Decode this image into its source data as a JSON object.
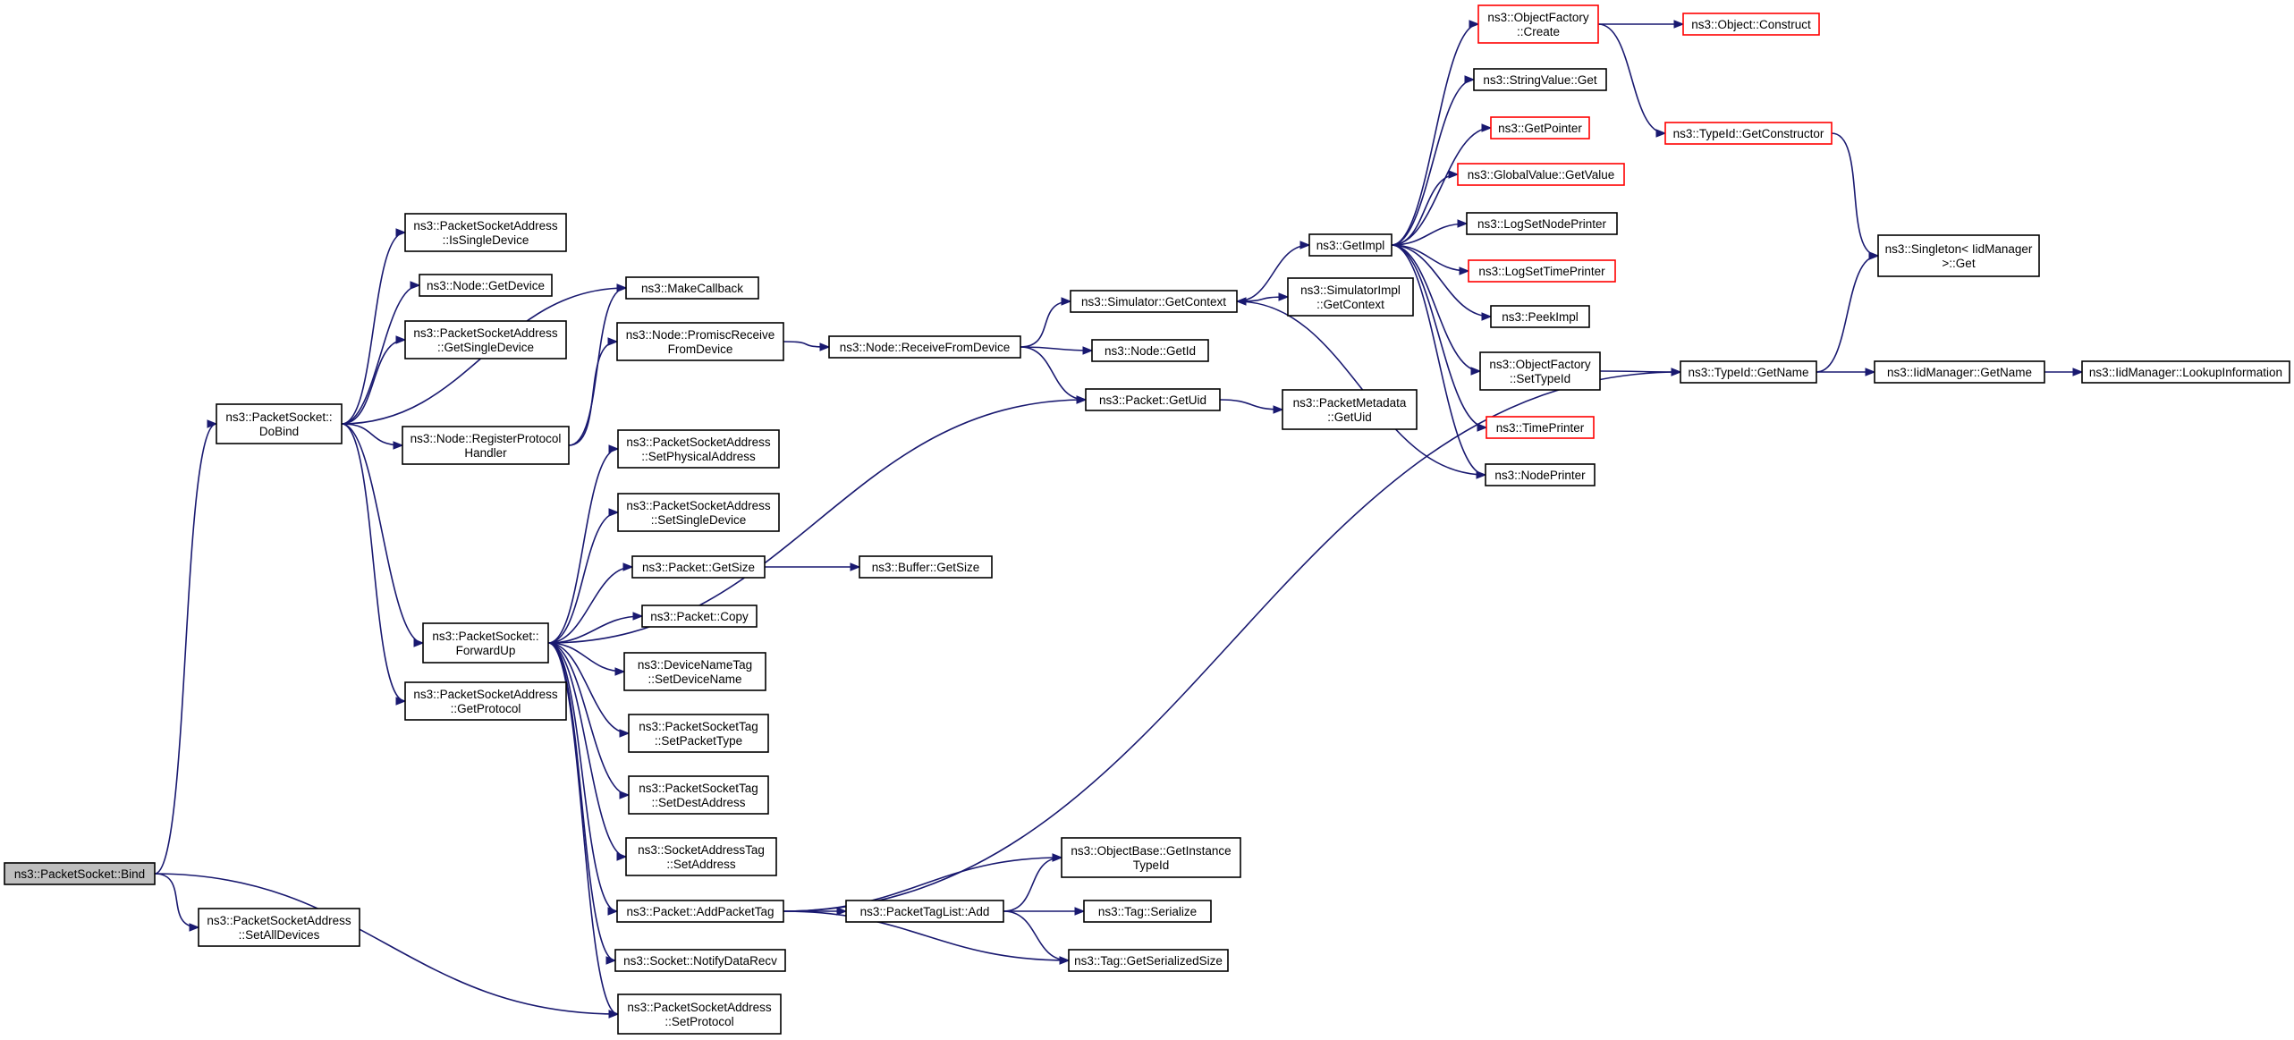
{
  "diagram": {
    "colors": {
      "edge": "#191970",
      "box_border": "#000000",
      "box_border_incomplete": "#ff0000",
      "root_fill": "#bfbfbf"
    },
    "nodes": [
      {
        "id": "bind",
        "lines": [
          "ns3::PacketSocket::Bind"
        ],
        "style": "root"
      },
      {
        "id": "setAllDevices",
        "lines": [
          "ns3::PacketSocketAddress",
          "::SetAllDevices"
        ],
        "style": "normal"
      },
      {
        "id": "doBind",
        "lines": [
          "ns3::PacketSocket::",
          "DoBind"
        ],
        "style": "normal"
      },
      {
        "id": "isSingleDevice",
        "lines": [
          "ns3::PacketSocketAddress",
          "::IsSingleDevice"
        ],
        "style": "normal"
      },
      {
        "id": "nodeGetDevice",
        "lines": [
          "ns3::Node::GetDevice"
        ],
        "style": "normal"
      },
      {
        "id": "getSingleDevice",
        "lines": [
          "ns3::PacketSocketAddress",
          "::GetSingleDevice"
        ],
        "style": "normal"
      },
      {
        "id": "registerProtocol",
        "lines": [
          "ns3::Node::RegisterProtocol",
          "Handler"
        ],
        "style": "normal"
      },
      {
        "id": "getProtocol",
        "lines": [
          "ns3::PacketSocketAddress",
          "::GetProtocol"
        ],
        "style": "normal"
      },
      {
        "id": "forwardUp",
        "lines": [
          "ns3::PacketSocket::",
          "ForwardUp"
        ],
        "style": "normal"
      },
      {
        "id": "makeCallback",
        "lines": [
          "ns3::MakeCallback"
        ],
        "style": "normal"
      },
      {
        "id": "promiscReceive",
        "lines": [
          "ns3::Node::PromiscReceive",
          "FromDevice"
        ],
        "style": "normal"
      },
      {
        "id": "setPhysicalAddress",
        "lines": [
          "ns3::PacketSocketAddress",
          "::SetPhysicalAddress"
        ],
        "style": "normal"
      },
      {
        "id": "setSingleDevice",
        "lines": [
          "ns3::PacketSocketAddress",
          "::SetSingleDevice"
        ],
        "style": "normal"
      },
      {
        "id": "packetGetSize",
        "lines": [
          "ns3::Packet::GetSize"
        ],
        "style": "normal"
      },
      {
        "id": "packetCopy",
        "lines": [
          "ns3::Packet::Copy"
        ],
        "style": "normal"
      },
      {
        "id": "setDeviceName",
        "lines": [
          "ns3::DeviceNameTag",
          "::SetDeviceName"
        ],
        "style": "normal"
      },
      {
        "id": "setPacketType",
        "lines": [
          "ns3::PacketSocketTag",
          "::SetPacketType"
        ],
        "style": "normal"
      },
      {
        "id": "setDestAddress",
        "lines": [
          "ns3::PacketSocketTag",
          "::SetDestAddress"
        ],
        "style": "normal"
      },
      {
        "id": "socketSetAddress",
        "lines": [
          "ns3::SocketAddressTag",
          "::SetAddress"
        ],
        "style": "normal"
      },
      {
        "id": "addPacketTag",
        "lines": [
          "ns3::Packet::AddPacketTag"
        ],
        "style": "normal"
      },
      {
        "id": "notifyDataRecv",
        "lines": [
          "ns3::Socket::NotifyDataRecv"
        ],
        "style": "normal"
      },
      {
        "id": "setProtocol",
        "lines": [
          "ns3::PacketSocketAddress",
          "::SetProtocol"
        ],
        "style": "normal"
      },
      {
        "id": "receiveFromDevice",
        "lines": [
          "ns3::Node::ReceiveFromDevice"
        ],
        "style": "normal"
      },
      {
        "id": "bufferGetSize",
        "lines": [
          "ns3::Buffer::GetSize"
        ],
        "style": "normal"
      },
      {
        "id": "packetTagListAdd",
        "lines": [
          "ns3::PacketTagList::Add"
        ],
        "style": "normal"
      },
      {
        "id": "simGetContext",
        "lines": [
          "ns3::Simulator::GetContext"
        ],
        "style": "normal"
      },
      {
        "id": "nodeGetId",
        "lines": [
          "ns3::Node::GetId"
        ],
        "style": "normal"
      },
      {
        "id": "packetGetUid",
        "lines": [
          "ns3::Packet::GetUid"
        ],
        "style": "normal"
      },
      {
        "id": "getInstanceTypeId",
        "lines": [
          "ns3::ObjectBase::GetInstance",
          "TypeId"
        ],
        "style": "normal"
      },
      {
        "id": "tagSerialize",
        "lines": [
          "ns3::Tag::Serialize"
        ],
        "style": "normal"
      },
      {
        "id": "tagGetSerializedSize",
        "lines": [
          "ns3::Tag::GetSerializedSize"
        ],
        "style": "normal"
      },
      {
        "id": "getImpl",
        "lines": [
          "ns3::GetImpl"
        ],
        "style": "normal"
      },
      {
        "id": "simImplGetContext",
        "lines": [
          "ns3::SimulatorImpl",
          "::GetContext"
        ],
        "style": "normal"
      },
      {
        "id": "metadataGetUid",
        "lines": [
          "ns3::PacketMetadata",
          "::GetUid"
        ],
        "style": "normal"
      },
      {
        "id": "objFactoryCreate",
        "lines": [
          "ns3::ObjectFactory",
          "::Create"
        ],
        "style": "incomplete"
      },
      {
        "id": "stringValueGet",
        "lines": [
          "ns3::StringValue::Get"
        ],
        "style": "normal"
      },
      {
        "id": "getPointer",
        "lines": [
          "ns3::GetPointer"
        ],
        "style": "incomplete"
      },
      {
        "id": "globalValueGetValue",
        "lines": [
          "ns3::GlobalValue::GetValue"
        ],
        "style": "incomplete"
      },
      {
        "id": "logSetNodePrinter",
        "lines": [
          "ns3::LogSetNodePrinter"
        ],
        "style": "normal"
      },
      {
        "id": "logSetTimePrinter",
        "lines": [
          "ns3::LogSetTimePrinter"
        ],
        "style": "incomplete"
      },
      {
        "id": "peekImpl",
        "lines": [
          "ns3::PeekImpl"
        ],
        "style": "normal"
      },
      {
        "id": "objFactorySetTypeId",
        "lines": [
          "ns3::ObjectFactory",
          "::SetTypeId"
        ],
        "style": "normal"
      },
      {
        "id": "timePrinter",
        "lines": [
          "ns3::TimePrinter"
        ],
        "style": "incomplete"
      },
      {
        "id": "nodePrinter",
        "lines": [
          "ns3::NodePrinter"
        ],
        "style": "normal"
      },
      {
        "id": "objectConstruct",
        "lines": [
          "ns3::Object::Construct"
        ],
        "style": "incomplete"
      },
      {
        "id": "getConstructor",
        "lines": [
          "ns3::TypeId::GetConstructor"
        ],
        "style": "incomplete"
      },
      {
        "id": "typeIdGetName",
        "lines": [
          "ns3::TypeId::GetName"
        ],
        "style": "normal"
      },
      {
        "id": "singletonGet",
        "lines": [
          "ns3::Singleton< IidManager",
          ">::Get"
        ],
        "style": "normal"
      },
      {
        "id": "iidGetName",
        "lines": [
          "ns3::IidManager::GetName"
        ],
        "style": "normal"
      },
      {
        "id": "lookupInformation",
        "lines": [
          "ns3::IidManager::LookupInformation"
        ],
        "style": "normal"
      }
    ],
    "edges": [
      [
        "bind",
        "doBind"
      ],
      [
        "bind",
        "setAllDevices"
      ],
      [
        "bind",
        "setProtocol"
      ],
      [
        "doBind",
        "isSingleDevice"
      ],
      [
        "doBind",
        "nodeGetDevice"
      ],
      [
        "doBind",
        "getSingleDevice"
      ],
      [
        "doBind",
        "makeCallback"
      ],
      [
        "doBind",
        "registerProtocol"
      ],
      [
        "doBind",
        "forwardUp"
      ],
      [
        "doBind",
        "getProtocol"
      ],
      [
        "registerProtocol",
        "makeCallback"
      ],
      [
        "registerProtocol",
        "promiscReceive"
      ],
      [
        "promiscReceive",
        "receiveFromDevice"
      ],
      [
        "receiveFromDevice",
        "simGetContext"
      ],
      [
        "receiveFromDevice",
        "nodeGetId"
      ],
      [
        "receiveFromDevice",
        "packetGetUid"
      ],
      [
        "forwardUp",
        "packetGetUid"
      ],
      [
        "forwardUp",
        "setPhysicalAddress"
      ],
      [
        "forwardUp",
        "setSingleDevice"
      ],
      [
        "forwardUp",
        "packetGetSize"
      ],
      [
        "forwardUp",
        "packetCopy"
      ],
      [
        "forwardUp",
        "setDeviceName"
      ],
      [
        "forwardUp",
        "setPacketType"
      ],
      [
        "forwardUp",
        "setDestAddress"
      ],
      [
        "forwardUp",
        "socketSetAddress"
      ],
      [
        "forwardUp",
        "addPacketTag"
      ],
      [
        "forwardUp",
        "notifyDataRecv"
      ],
      [
        "forwardUp",
        "setProtocol"
      ],
      [
        "packetGetSize",
        "bufferGetSize"
      ],
      [
        "addPacketTag",
        "packetTagListAdd"
      ],
      [
        "addPacketTag",
        "getInstanceTypeId"
      ],
      [
        "addPacketTag",
        "tagGetSerializedSize"
      ],
      [
        "addPacketTag",
        "typeIdGetName"
      ],
      [
        "packetTagListAdd",
        "getInstanceTypeId"
      ],
      [
        "packetTagListAdd",
        "tagSerialize"
      ],
      [
        "packetTagListAdd",
        "tagGetSerializedSize"
      ],
      [
        "simGetContext",
        "getImpl"
      ],
      [
        "simGetContext",
        "simImplGetContext"
      ],
      [
        "packetGetUid",
        "metadataGetUid"
      ],
      [
        "getImpl",
        "objFactoryCreate"
      ],
      [
        "getImpl",
        "stringValueGet"
      ],
      [
        "getImpl",
        "getPointer"
      ],
      [
        "getImpl",
        "globalValueGetValue"
      ],
      [
        "getImpl",
        "logSetNodePrinter"
      ],
      [
        "getImpl",
        "logSetTimePrinter"
      ],
      [
        "getImpl",
        "peekImpl"
      ],
      [
        "getImpl",
        "objFactorySetTypeId"
      ],
      [
        "getImpl",
        "timePrinter"
      ],
      [
        "getImpl",
        "nodePrinter"
      ],
      [
        "nodePrinter",
        "simGetContext"
      ],
      [
        "objFactoryCreate",
        "objectConstruct"
      ],
      [
        "objFactoryCreate",
        "getConstructor"
      ],
      [
        "getConstructor",
        "singletonGet"
      ],
      [
        "objFactorySetTypeId",
        "typeIdGetName"
      ],
      [
        "typeIdGetName",
        "singletonGet"
      ],
      [
        "typeIdGetName",
        "iidGetName"
      ],
      [
        "iidGetName",
        "lookupInformation"
      ]
    ]
  }
}
